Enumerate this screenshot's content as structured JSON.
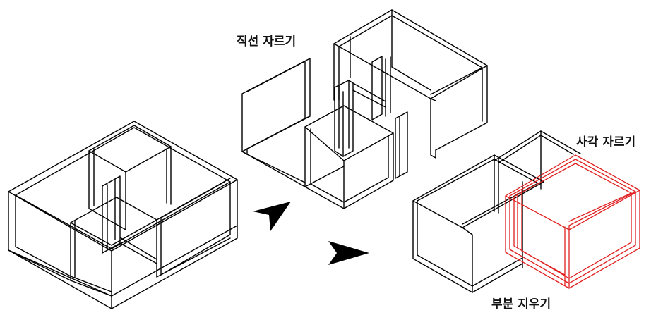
{
  "labels": {
    "straight_cut": "직선 자르기",
    "rect_cut": "사각 자르기",
    "partial_erase": "부분 지우기"
  },
  "colors": {
    "line": "#000000",
    "highlight": "#e02020",
    "arrow": "#000000",
    "background": "#ffffff"
  },
  "icons": {
    "arrow_1": "arrow-up-right-icon",
    "arrow_2": "arrow-right-icon"
  }
}
